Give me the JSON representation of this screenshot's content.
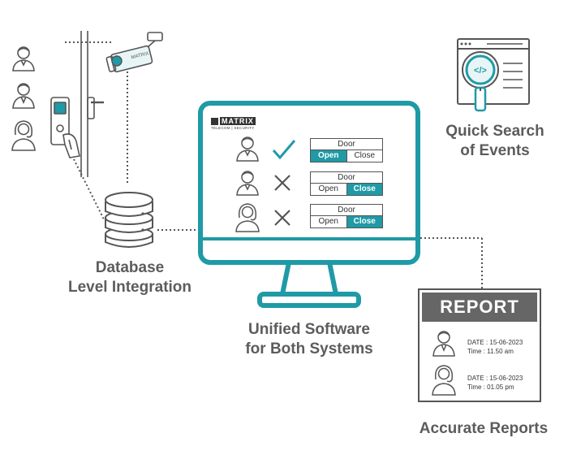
{
  "colors": {
    "teal": "#1f9aa6",
    "gray": "#5c5c5c",
    "dark": "#555555",
    "reportHeader": "#666666"
  },
  "software": {
    "brand": "MATRIX",
    "brand_tagline": "TELECOM | SECURITY",
    "rows": [
      {
        "person": "male-user-icon",
        "status": "check-icon",
        "door_label": "Door",
        "open_label": "Open",
        "close_label": "Close",
        "active": "open"
      },
      {
        "person": "male-user-icon",
        "status": "cross-icon",
        "door_label": "Door",
        "open_label": "Open",
        "close_label": "Close",
        "active": "close"
      },
      {
        "person": "female-user-icon",
        "status": "cross-icon",
        "door_label": "Door",
        "open_label": "Open",
        "close_label": "Close",
        "active": "close"
      }
    ]
  },
  "captions": {
    "database_line1": "Database",
    "database_line2": "Level Integration",
    "software_line1": "Unified Software",
    "software_line2": "for Both Systems",
    "search_line1": "Quick Search",
    "search_line2": "of Events",
    "reports": "Accurate Reports"
  },
  "camera": {
    "label": "MATRIX"
  },
  "report": {
    "title": "REPORT",
    "entries": [
      {
        "date": "DATE : 15-06-2023",
        "time": "Time : 11.50 am"
      },
      {
        "date": "DATE : 15-06-2023",
        "time": "Time :  01.05 pm"
      }
    ]
  }
}
